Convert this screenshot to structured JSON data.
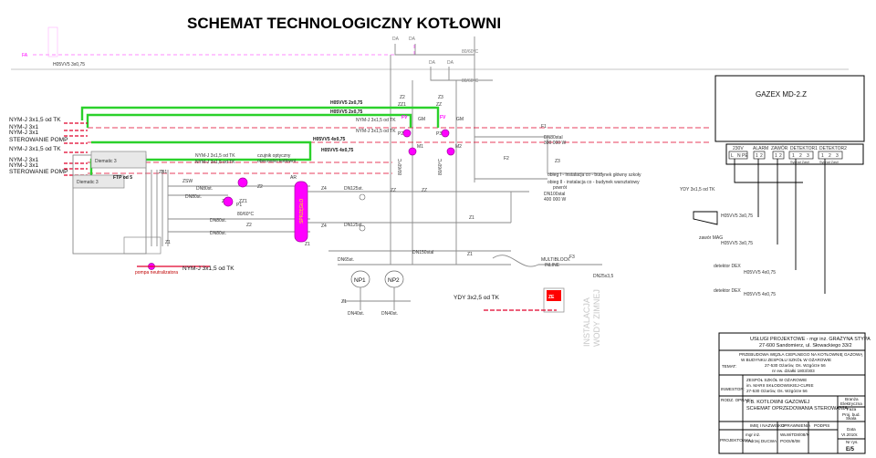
{
  "title": "SCHEMAT TECHNOLOGICZNY KOTŁOWNI",
  "pipes": {
    "fa": "FA",
    "da1": "DA",
    "da2": "DA",
    "da3": "DA",
    "da4": "DA",
    "temp_top1": "80/60°C",
    "temp_top2": "80/60°C",
    "temp_mid": "80/60°C",
    "dn80": "DN80st.",
    "dn80b": "DN80st.",
    "dn80c": "DN80st.",
    "dn80d": "DN80st.",
    "dn125a": "DN125st.",
    "dn125b": "DN125st.",
    "dn150": "DN150stal",
    "dn65": "DN65st.",
    "dn40a": "DN40st.",
    "dn40b": "DN40st.",
    "dn25": "DN25x3,5",
    "dn80stal": "DN80stal",
    "w300": "300 000 W",
    "dn100stal": "DN100stal",
    "w400": "400 000 W",
    "obieg1": "obieg I - instalacja co - budynek główny szkoły",
    "obieg2": "obieg II - instalacja co - budynek warsztatowy",
    "powrót": "powrót",
    "temp_8060a": "80/60°C",
    "temp_8060b": "80/60°C"
  },
  "cables": {
    "h05_top": "H05VV5 3x0,75",
    "h05_2": "H05VV5 2x0,75",
    "h05_3": "H05VV5 2x0,75",
    "nym_ftc_a": "NYM-J 3x1,5 od TK",
    "nym_ftc_b": "NYM-J 3x1,5 od TK",
    "h05_4x": "H05VV5 4x0,75",
    "h05_4xb": "H05VV5 4x0,75",
    "nym_left1": "NYM-J 3x1,5 od TK",
    "nym_left2": "NYM-J 3x1",
    "nym_left3": "NYM-J 3x1",
    "ster_pomp1": "STEROWANIE POMP",
    "nym_left4": "NYM-J 3x1,5 od TK",
    "nym_left5": "NYM-J 3x1",
    "nym_left6": "NYM-J 3x1",
    "ster_pomp2": "STEROWANIE POMP",
    "nym_mid1": "NYM-J 3x1,5 od TK",
    "nym_mid2": "NYM-J 3x1,5 od TK",
    "czujnik": "czujnik optyczny",
    "czujnik2": "obecności kotłowni",
    "nym_pomp": "NYM-J 3x1,5 od TK",
    "ydy_right": "YDY 3x1,5 od TK",
    "ydy_bottom": "YDY 3x2,5 od TK",
    "h05_sig": "H05VV5 3x0,75",
    "h05_mag": "H05VV5 3x0,75",
    "h05_det1": "H05VV5 4x0,75",
    "h05_det2": "H05VV5 4x0,75",
    "det1": "detektor DEX",
    "det2": "detektor DEX",
    "zawor_mag": "zawór MAG"
  },
  "equipment": {
    "kociol1": "Diematic 3",
    "kociol2": "Diematic 3",
    "ftp": "FTP od 5",
    "pompa_neut": "pompa neutralizatora",
    "np1": "NP1",
    "np2": "NP2",
    "ze": "ZE",
    "multiblock": "MULTIBLOCK",
    "inline": "INLINE",
    "sprzeglo": "SPRZĘGŁO",
    "instalacja": "INSTALACJA",
    "wody": "WODY ZIMNEJ",
    "f1": "F1",
    "f2": "F2",
    "f3": "F3",
    "p1": "P1",
    "p2": "P2",
    "p3": "P3",
    "m1": "M1",
    "m2": "M2",
    "pn1": "80/60°C",
    "pn2": "80/60°C",
    "z1": "Z1",
    "z2": "Z2",
    "z3": "Z3",
    "z4": "Z4",
    "zz": "ZZ",
    "zz1": "ZZ1",
    "zb1": "ZB1",
    "zsw": "ZSW",
    "fv": "FV",
    "gm": "GM",
    "ar": "AR",
    "m": "M",
    "tr": "TR"
  },
  "gazex": {
    "title": "GAZEX MD-2.Z",
    "col1": "230V",
    "col2": "ALARM",
    "col3": "ZAWÓR",
    "col4": "DETEKTOR1",
    "col5": "DETEKTOR2",
    "c1a": "L",
    "c1b": "N",
    "c1c": "PE",
    "c2a": "1",
    "c2b": "2",
    "c3a": "1",
    "c3b": "2",
    "c4a": "1",
    "c4b": "2",
    "c4c": "3",
    "c5a": "1",
    "c5b": "2",
    "c5c": "3",
    "sub4": "Sygnał Zasil",
    "sub5": "Sygnał Zasil"
  },
  "titleblock": {
    "firm1": "USŁUGI PROJEKTOWE - mgr inż. GRAŻYNA STYPA",
    "firm2": "27-600 Sandomierz, ul. Słowackiego 33/2",
    "temat_label": "TEMAT:",
    "temat1": "PRZEBUDOWA WĘZŁA CIEPLNEGO NA KOTŁOWNIĘ GAZOWĄ",
    "temat2": "W BUDYNKU ZESPOŁU SZKÓŁ W OŻAROWIE",
    "temat3": "27-530 Ożarów, Os. Wzgórze 56",
    "temat4": "nr ew. działki 1803/303",
    "inwestor_label": "INWESTOR:",
    "inw1": "ZESPÓŁ SZKÓŁ W OŻAROWIE",
    "inw2": "im. MARII SKŁODOWSKIEJ-CURIE",
    "inw3": "27-530 Ożarów, Os. Wzgórze 56",
    "rodz_label": "RODZ. OPRAC:",
    "rodz1": "P.B. KOTŁOWNI GAZOWEJ",
    "rodz2": "SCHEMAT OPRZEDOWANIA STEROWANIA",
    "branza_label": "Branża",
    "branza": "Elektryczna",
    "faza_label": "Faza",
    "faza": "Proj. bud.",
    "skala_label": "Skala",
    "h_imie": "IMIĘ I NAZWISKO",
    "h_upr": "UPRAWNIENIA",
    "h_podpis": "PODPIS",
    "proj_label": "PROJEKTOWAŁ",
    "proj_name1": "mgr inż.",
    "proj_name2": "Andrzej DUCWA",
    "upr1": "WŁWiTD8/08/N",
    "upr2": "POOI/8/08",
    "data_label": "Data",
    "data": "VI.2010r.",
    "nr_label": "Nr rys.",
    "nr": "E/5"
  }
}
